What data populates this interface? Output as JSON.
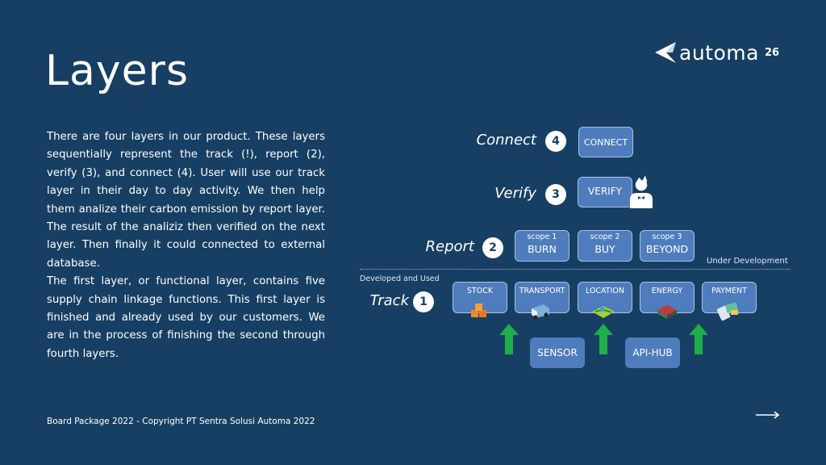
{
  "title": "Layers",
  "page_number": "26",
  "logo": {
    "text": "automa"
  },
  "body": [
    "There are four layers in our product. These layers sequentially represent the track (!), report (2), verify (3), and connect (4). User will use our track layer in their day to day activity. We then help them analize their carbon emission by report layer. The result of the analiziz then verified on the next layer. Then finally it could connected to external database.",
    "The first layer, or functional layer, contains five supply chain linkage functions. This first layer is finished and already used by our customers. We are in the process of finishing the second through fourth layers."
  ],
  "footer": "Board Package 2022 - Copyright PT Sentra Solusi Automa 2022",
  "diagram": {
    "connect": {
      "label": "Connect",
      "num": "4",
      "box": "CONNECT"
    },
    "verify": {
      "label": "Verify",
      "num": "3",
      "box": "VERIFY"
    },
    "report": {
      "label": "Report",
      "num": "2",
      "boxes": [
        {
          "scope": "scope 1",
          "name": "BURN"
        },
        {
          "scope": "scope 2",
          "name": "BUY"
        },
        {
          "scope": "scope 3",
          "name": "BEYOND"
        }
      ]
    },
    "under_development": "Under Development",
    "developed_and_used": "Developed and Used",
    "track": {
      "label": "Track",
      "num": "1",
      "boxes": [
        {
          "name": "STOCK",
          "icon": "boxes-icon"
        },
        {
          "name": "TRANSPORT",
          "icon": "truck-icon"
        },
        {
          "name": "LOCATION",
          "icon": "map-icon"
        },
        {
          "name": "ENERGY",
          "icon": "factory-icon"
        },
        {
          "name": "PAYMENT",
          "icon": "payment-icon"
        }
      ]
    },
    "inputs": [
      "SENSOR",
      "API-HUB"
    ]
  },
  "colors": {
    "background": "#173f63",
    "box": "#4e7cbc",
    "arrow": "#1fae4b"
  }
}
